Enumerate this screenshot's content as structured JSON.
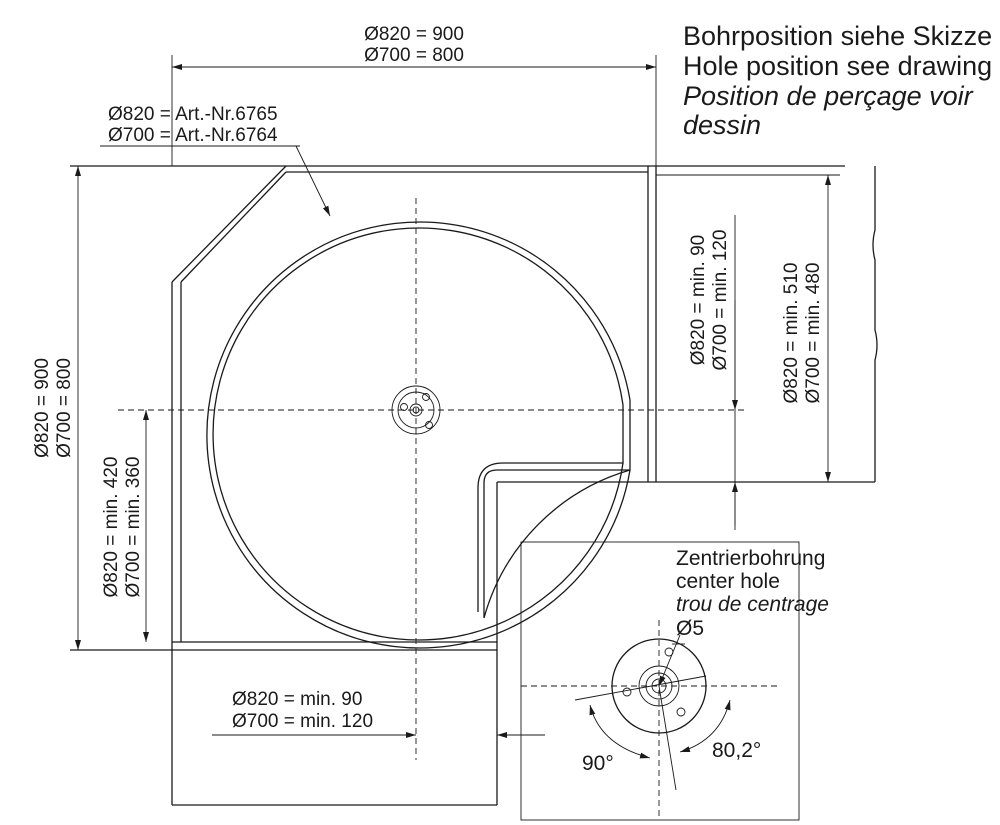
{
  "header": {
    "title_de": "Bohrposition siehe Skizze",
    "title_en": "Hole position see drawing",
    "title_fr_1": "Position de perçage voir",
    "title_fr_2": "dessin"
  },
  "dimensions": {
    "top_width_820": "Ø820 = 900",
    "top_width_700": "Ø700 = 800",
    "art_820": "Ø820 = Art.-Nr.6765",
    "art_700": "Ø700 = Art.-Nr.6764",
    "left_height_820": "Ø820 = 900",
    "left_height_700": "Ø700 = 800",
    "left_min_820": "Ø820 = min. 420",
    "left_min_700": "Ø700 = min. 360",
    "right_gap_820": "Ø820 = min. 90",
    "right_gap_700": "Ø700 = min. 120",
    "right_depth_820": "Ø820 = min. 510",
    "right_depth_700": "Ø700 = min. 480",
    "bottom_gap_820": "Ø820 = min. 90",
    "bottom_gap_700": "Ø700 = min. 120"
  },
  "detail": {
    "label_de": "Zentrierbohrung",
    "label_en": "center hole",
    "label_fr": "trou de centrage",
    "diameter": "Ø5",
    "angle_left": "90°",
    "angle_right": "80,2°"
  }
}
